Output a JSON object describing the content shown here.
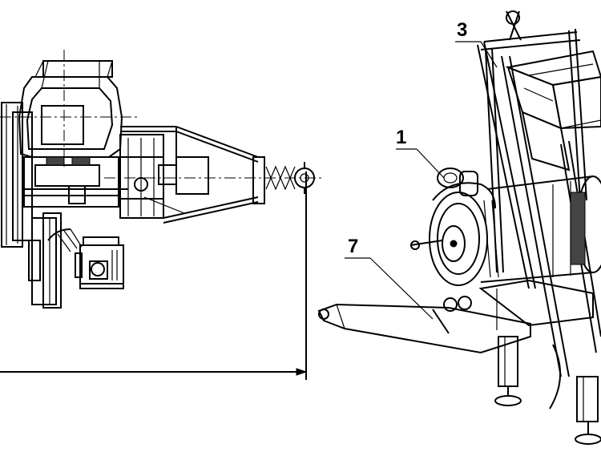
{
  "callouts": {
    "label_1": "1",
    "label_3": "3",
    "label_7": "7"
  },
  "colors": {
    "ink": "#000000",
    "paper": "#ffffff"
  }
}
